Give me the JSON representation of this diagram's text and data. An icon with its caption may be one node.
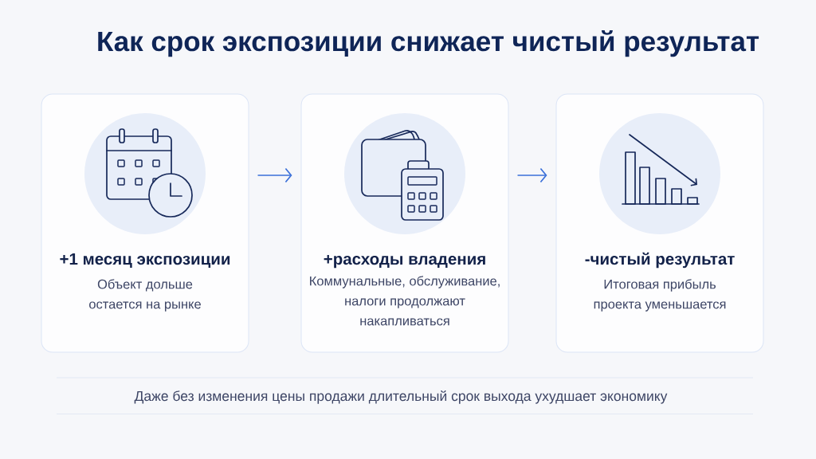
{
  "diagram": {
    "title": "Как срок экспозиции снижает чистый результат",
    "nodes": [
      {
        "text": [
          "+1 месяц экспозиции",
          "Объект дольше остается на рынке"
        ]
      },
      {
        "text": [
          "+расходы владения",
          "Коммунальные, обслуживание, налоги продолжают накапливаться"
        ]
      },
      {
        "text": [
          "-чистый результат",
          "Итоговая прибыль проекта уменьшается"
        ]
      }
    ],
    "edges": [
      {
        "from": 0,
        "to": 1,
        "arrow": "to"
      },
      {
        "from": 1,
        "to": 2,
        "arrow": "to"
      }
    ],
    "caption": "Даже без изменения цены продажи длительный срок выхода ухудшает экономику"
  }
}
